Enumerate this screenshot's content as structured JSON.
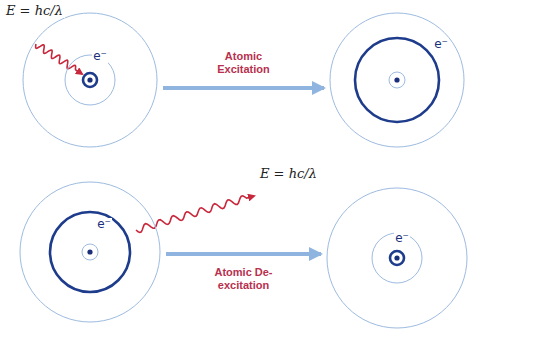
{
  "diagram": {
    "nodes": [
      {
        "text": [
          "e⁻"
        ]
      },
      {
        "text": [
          "e⁻"
        ]
      },
      {
        "text": [
          "e⁻"
        ]
      },
      {
        "text": [
          "e⁻"
        ]
      }
    ],
    "edges": [
      {
        "from": 0,
        "to": 1,
        "arrow": "to",
        "label": "Atomic Excitation"
      },
      {
        "from": 2,
        "to": 3,
        "arrow": "to",
        "label": "Atomic De-excitation"
      }
    ],
    "labels": [
      "E = hc/λ",
      "E = hc/λ"
    ]
  }
}
